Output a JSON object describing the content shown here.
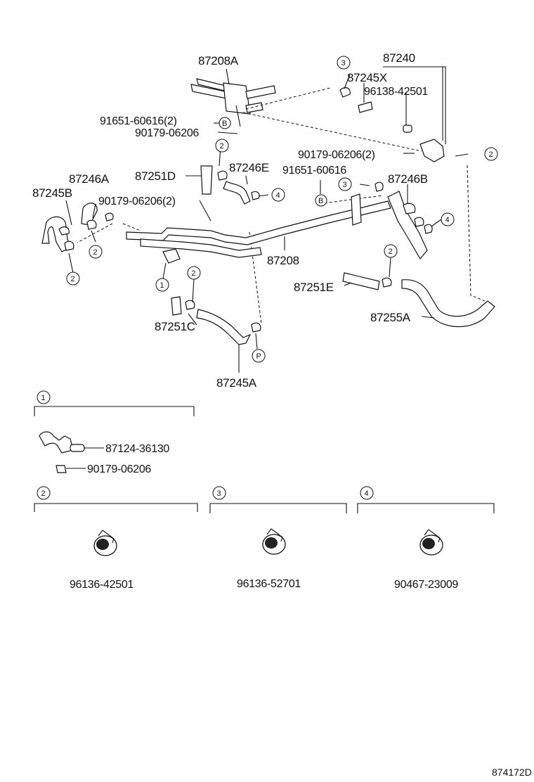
{
  "parts": {
    "p87208A": "87208A",
    "p87240": "87240",
    "p87245X": "87245X",
    "p96138_42501": "96138-42501",
    "p91651_60616_2": "91651-60616(2)",
    "p90179_06206_top": "90179-06206",
    "p90179_06206_2_right": "90179-06206(2)",
    "p91651_60616": "91651-60616",
    "p87246A": "87246A",
    "p87251D": "87251D",
    "p87246E": "87246E",
    "p87246B": "87246B",
    "p87245B": "87245B",
    "p90179_06206_2_left": "90179-06206(2)",
    "p87208": "87208",
    "p87251E": "87251E",
    "p87255A": "87255A",
    "p87251C": "87251C",
    "p87245A": "87245A",
    "p87124_36130": "87124-36130",
    "p90179_06206_box": "90179-06206",
    "p96136_42501": "96136-42501",
    "p96136_52701": "96136-52701",
    "p90467_23009": "90467-23009"
  },
  "callouts": {
    "c1": "1",
    "c2": "2",
    "c3": "3",
    "c4": "4",
    "cB": "B",
    "cP": "P"
  },
  "reference_code": "874172D"
}
